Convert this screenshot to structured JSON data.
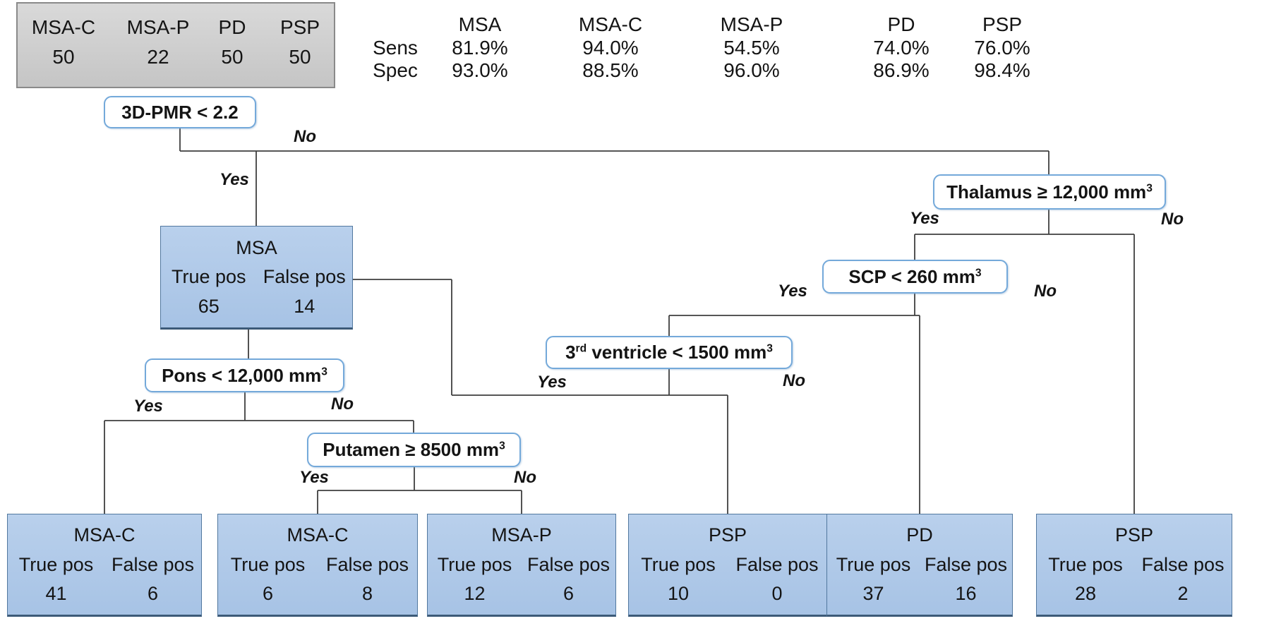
{
  "legend": {
    "items": [
      {
        "label": "MSA-C",
        "value": "50"
      },
      {
        "label": "MSA-P",
        "value": "22"
      },
      {
        "label": "PD",
        "value": "50"
      },
      {
        "label": "PSP",
        "value": "50"
      }
    ]
  },
  "stats": {
    "columns": [
      "MSA",
      "MSA-C",
      "MSA-P",
      "PD",
      "PSP"
    ],
    "rows": [
      {
        "label": "Sens",
        "values": [
          "81.9%",
          "94.0%",
          "54.5%",
          "74.0%",
          "76.0%"
        ]
      },
      {
        "label": "Spec",
        "values": [
          "93.0%",
          "88.5%",
          "96.0%",
          "86.9%",
          "98.4%"
        ]
      }
    ]
  },
  "nodes": {
    "pmr": {
      "parts": [
        {
          "t": "3D-PMR < 2.2"
        }
      ],
      "yes": "Yes",
      "no": "No"
    },
    "pons": {
      "parts": [
        {
          "t": "Pons < 12,000 mm"
        },
        {
          "t": "3",
          "sup": true
        }
      ],
      "yes": "Yes",
      "no": "No"
    },
    "putamen": {
      "parts": [
        {
          "t": "Putamen ≥ 8500 mm"
        },
        {
          "t": "3",
          "sup": true
        }
      ],
      "yes": "Yes",
      "no": "No"
    },
    "thalamus": {
      "parts": [
        {
          "t": "Thalamus ≥ 12,000 mm"
        },
        {
          "t": "3",
          "sup": true
        }
      ],
      "yes": "Yes",
      "no": "No"
    },
    "scp": {
      "parts": [
        {
          "t": "SCP < 260 mm"
        },
        {
          "t": "3",
          "sup": true
        }
      ],
      "yes": "Yes",
      "no": "No"
    },
    "ventricle3": {
      "parts": [
        {
          "t": "3"
        },
        {
          "t": "rd",
          "sup": true
        },
        {
          "t": " ventricle < 1500 mm"
        },
        {
          "t": "3",
          "sup": true
        }
      ],
      "yes": "Yes",
      "no": "No"
    }
  },
  "results": {
    "msa": {
      "title": "MSA",
      "true_label": "True pos",
      "false_label": "False pos",
      "true_pos": "65",
      "false_pos": "14"
    },
    "leaf1": {
      "title": "MSA-C",
      "true_label": "True pos",
      "false_label": "False pos",
      "true_pos": "41",
      "false_pos": "6"
    },
    "leaf2": {
      "title": "MSA-C",
      "true_label": "True pos",
      "false_label": "False pos",
      "true_pos": "6",
      "false_pos": "8"
    },
    "leaf3": {
      "title": "MSA-P",
      "true_label": "True pos",
      "false_label": "False pos",
      "true_pos": "12",
      "false_pos": "6"
    },
    "leaf4": {
      "title": "PSP",
      "true_label": "True pos",
      "false_label": "False pos",
      "true_pos": "10",
      "false_pos": "0"
    },
    "leaf5": {
      "title": "PD",
      "true_label": "True pos",
      "false_label": "False pos",
      "true_pos": "37",
      "false_pos": "16"
    },
    "leaf6": {
      "title": "PSP",
      "true_label": "True pos",
      "false_label": "False pos",
      "true_pos": "28",
      "false_pos": "2"
    }
  },
  "colors": {
    "node_border": "#74a9da",
    "result_border": "#52789f",
    "result_top": "#b9d0ec",
    "result_bottom": "#a7c3e5",
    "legend_top": "#d9d9d9",
    "legend_bottom": "#c5c5c5",
    "legend_border": "#8a8a8a",
    "line": "#3f3f3f",
    "text": "#141414"
  }
}
